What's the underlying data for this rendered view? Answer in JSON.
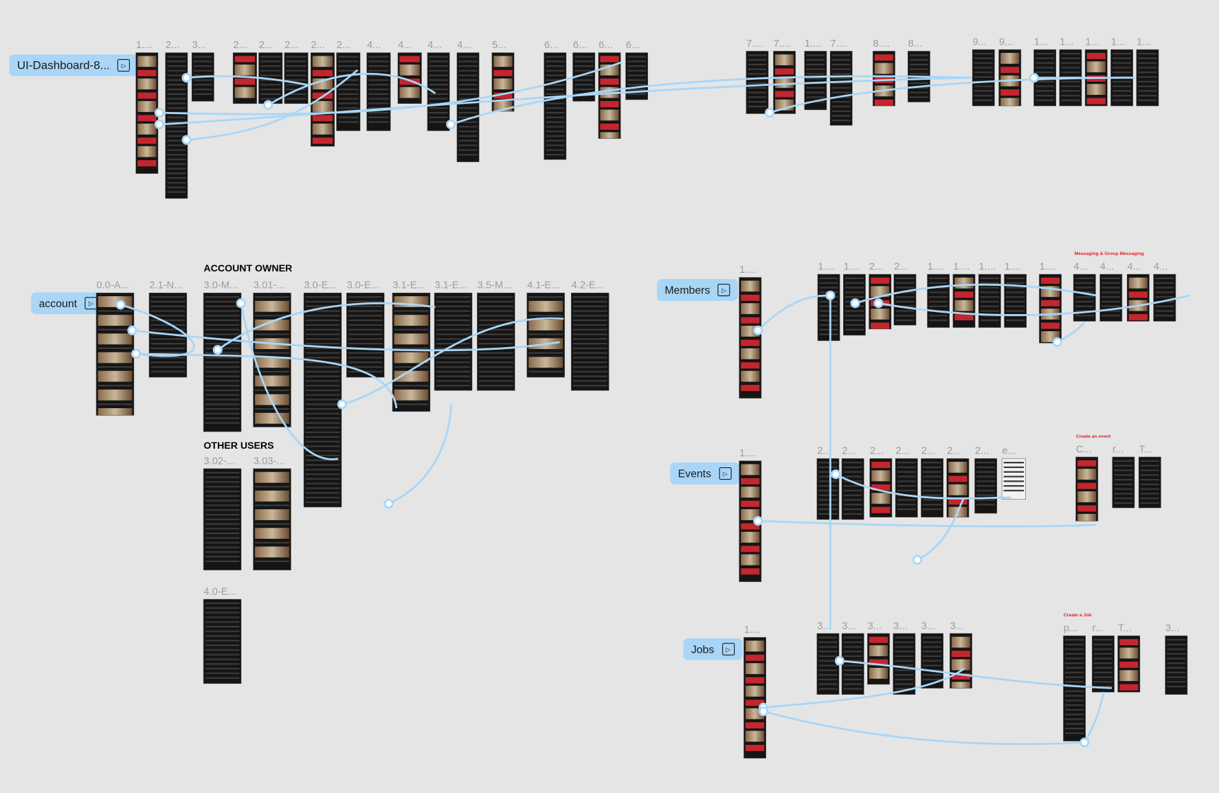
{
  "flows": {
    "dashboard": {
      "name": "UI-Dashboard-8...",
      "icon": "play-frame-icon",
      "frame_labels": [
        "1....",
        "2...",
        "3...",
        "2...",
        "2...",
        "2...",
        "2...",
        "2...",
        "4...",
        "4...",
        "4...",
        "4...",
        "5...",
        "6...",
        "6...",
        "6...",
        "6...",
        "7....",
        "7....",
        "1....",
        "7....",
        "8....",
        "8...",
        "9...",
        "9...",
        "1...",
        "1...",
        "1...",
        "1...",
        "1..."
      ]
    },
    "account": {
      "name": "account",
      "icon": "play-frame-icon",
      "section_account_owner": "ACCOUNT OWNER",
      "section_other_users": "OTHER USERS",
      "frame_labels": [
        "0.0-A...",
        "2.1-N...",
        "3.0-M...",
        "3.01-...",
        "3.0-E...",
        "3.0-E...",
        "3.1-E...",
        "3.1-E...",
        "3.5-M...",
        "4.1-E...",
        "4.2-E...",
        "3.02-...",
        "3.03-...",
        "4.0-E..."
      ]
    },
    "members": {
      "name": "Members",
      "icon": "play-frame-icon",
      "annotation": "Messaging & Group Messaging",
      "frame_labels": [
        "1....",
        "1....",
        "1....",
        "2...",
        "2...",
        "1....",
        "1....",
        "1....",
        "1....",
        "1....",
        "4...",
        "4...",
        "4...",
        "4..."
      ]
    },
    "events": {
      "name": "Events",
      "icon": "play-frame-icon",
      "annotation": "Create an event",
      "frame_labels": [
        "1....",
        "2...",
        "2...",
        "2...",
        "2...",
        "2...",
        "2...",
        "2...",
        "e...",
        "C...",
        "r...",
        "T..."
      ]
    },
    "jobs": {
      "name": "Jobs",
      "icon": "play-frame-icon",
      "annotation": "Create a Job",
      "frame_labels": [
        "1....",
        "3...",
        "3...",
        "3...",
        "3...",
        "3...",
        "3...",
        "p...",
        "r...",
        "T...",
        "3..."
      ]
    }
  },
  "colors": {
    "canvas": "#e5e5e5",
    "connector": "#a9d6f7",
    "frame": "#151515",
    "accent_red": "#c4262e"
  }
}
